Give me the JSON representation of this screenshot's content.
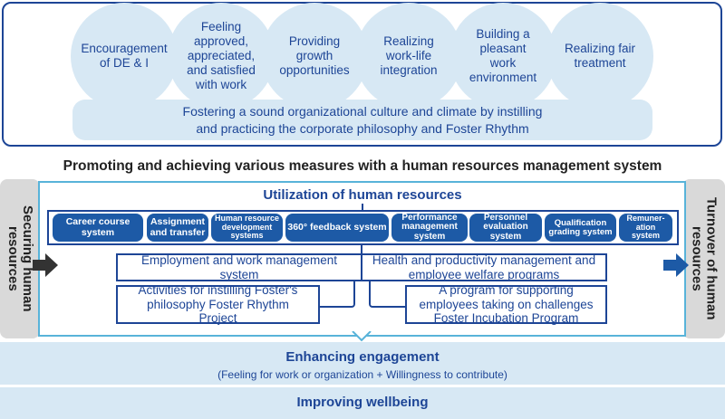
{
  "top": {
    "circles": [
      "Encouragement of DE & I",
      "Feeling approved, appreciated, and satisfied with work",
      "Providing growth opportunities",
      "Realizing work-life integration",
      "Building a pleasant work environment",
      "Realizing fair treatment"
    ],
    "bar_line1": "Fostering a sound organizational culture and climate by instilling",
    "bar_line2": "and practicing the corporate philosophy and Foster Rhythm"
  },
  "heading": "Promoting and achieving various measures with a human resources management system",
  "left_side": "Securing human resources",
  "right_side": "Turnover of human resources",
  "main": {
    "title": "Utilization of human resources",
    "pills": [
      "Career course system",
      "Assignment and transfer",
      "Human resource development systems",
      "360° feedback system",
      "Performance management system",
      "Personnel evaluation system",
      "Qualification grading system",
      "Remuner-ation system"
    ],
    "employment": "Employment and work management system",
    "health": "Health and productivity management and employee welfare programs",
    "activities": "Activities for instilling Foster's philosophy Foster Rhythm Project",
    "program": "A program for supporting employees taking on challenges Foster Incubation Program"
  },
  "engagement": {
    "title": "Enhancing engagement",
    "subtitle": "(Feeling for work or organization + Willingness to contribute)"
  },
  "wellbeing": "Improving wellbeing",
  "colors": {
    "navy": "#1d4596",
    "light": "#d7e8f4",
    "cyan": "#58b3d9",
    "pill": "#1d5aa6"
  }
}
